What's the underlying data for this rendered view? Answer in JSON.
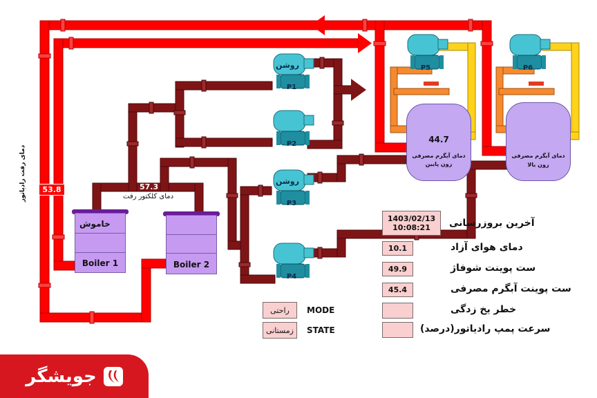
{
  "colors": {
    "hot_pipe": "#ff0000",
    "collector_pipe": "#7f1416",
    "dhw_pipe": "#ffd21c",
    "bypass_pipe": "#f78a2e",
    "pump": "#47c4d3",
    "tank": "#c4a8f2",
    "boiler": "#c79af2",
    "value_box": "#f9cfcf",
    "logo_bg": "#d7171f"
  },
  "radiator_supply": {
    "label": "دمای رفت رادیاتور",
    "value": "53.8"
  },
  "collector": {
    "label": "دمای کلکتور رفت",
    "value": "57.3"
  },
  "pumps": {
    "p1": {
      "name": "P1",
      "status": "روشن"
    },
    "p2": {
      "name": "P2",
      "status": ""
    },
    "p3": {
      "name": "P3",
      "status": "روشن"
    },
    "p4": {
      "name": "P4",
      "status": ""
    },
    "p5": {
      "name": "P5",
      "status": ""
    },
    "p6": {
      "name": "P6",
      "status": ""
    }
  },
  "boilers": [
    {
      "name": "Boiler 1",
      "status": "خاموش"
    },
    {
      "name": "Boiler 2",
      "status": ""
    }
  ],
  "tanks": [
    {
      "value": "44.7",
      "label_line1": "دمای آبگرم مصرفی",
      "label_line2": "زون پایین"
    },
    {
      "value": "",
      "label_line1": "دمای آبگرم مصرفی",
      "label_line2": "زون بالا"
    }
  ],
  "info_panel": {
    "last_update": {
      "label": "آخرین بروزرسانی",
      "date": "1403/02/13",
      "time": "10:08:21"
    },
    "outdoor_temp": {
      "label": "دمای هوای آزاد",
      "value": "10.1"
    },
    "heating_setpoint": {
      "label": "ست پوینت شوفاژ",
      "value": "49.9"
    },
    "dhw_setpoint": {
      "label": "ست پوینت آبگرم مصرفی",
      "value": "45.4"
    },
    "freeze_risk": {
      "label": "خطر یخ زدگی",
      "value": ""
    },
    "radiator_pump_speed": {
      "label": "سرعت پمپ رادیاتور(درصد)",
      "value": ""
    }
  },
  "mode": {
    "label": "MODE",
    "value": "راحتی"
  },
  "state": {
    "label": "STATE",
    "value": "زمستانی"
  },
  "logo": {
    "text": "جویشگر",
    "icon": "brand-mark-icon"
  }
}
